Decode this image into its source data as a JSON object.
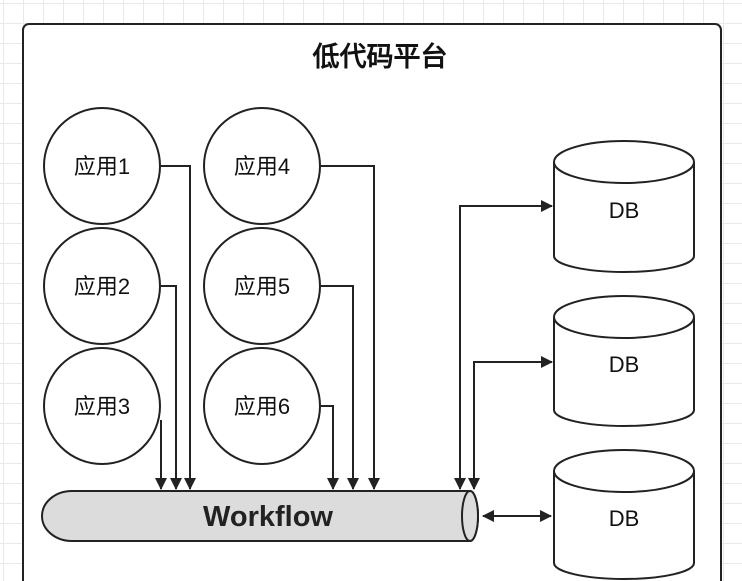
{
  "platform": {
    "title": "低代码平台"
  },
  "apps": [
    {
      "label": "应用1"
    },
    {
      "label": "应用2"
    },
    {
      "label": "应用3"
    },
    {
      "label": "应用4"
    },
    {
      "label": "应用5"
    },
    {
      "label": "应用6"
    }
  ],
  "databases": [
    {
      "label": "DB"
    },
    {
      "label": "DB"
    },
    {
      "label": "DB"
    }
  ],
  "workflow": {
    "label": "Workflow"
  },
  "colors": {
    "stroke": "#222222",
    "workflow_fill": "#dcdcdc",
    "container_fill": "#ffffff"
  }
}
